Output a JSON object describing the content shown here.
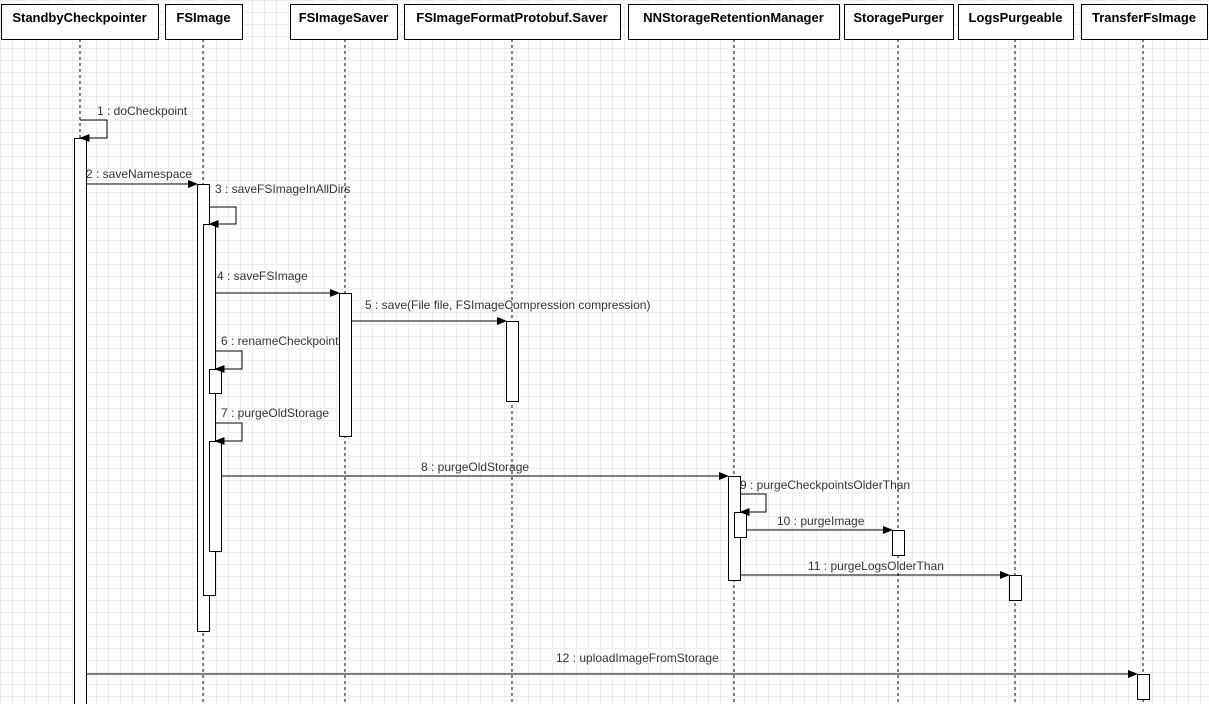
{
  "participants": [
    {
      "id": "standby",
      "name": "StandbyCheckpointer"
    },
    {
      "id": "fsimage",
      "name": "FSImage"
    },
    {
      "id": "saver",
      "name": "FSImageSaver"
    },
    {
      "id": "protobuf",
      "name": "FSImageFormatProtobuf.Saver"
    },
    {
      "id": "nnstorage",
      "name": "NNStorageRetentionManager"
    },
    {
      "id": "purger",
      "name": "StoragePurger"
    },
    {
      "id": "logs",
      "name": "LogsPurgeable"
    },
    {
      "id": "transfer",
      "name": "TransferFsImage"
    }
  ],
  "messages": [
    {
      "seq": 1,
      "label": "1 : doCheckpoint",
      "from": "standby",
      "to": "standby"
    },
    {
      "seq": 2,
      "label": "2 : saveNamespace",
      "from": "standby",
      "to": "fsimage"
    },
    {
      "seq": 3,
      "label": "3 : saveFSImageInAllDirs",
      "from": "fsimage",
      "to": "fsimage"
    },
    {
      "seq": 4,
      "label": "4 : saveFSImage",
      "from": "fsimage",
      "to": "saver"
    },
    {
      "seq": 5,
      "label": "5 : save(File file, FSImageCompression compression)",
      "from": "saver",
      "to": "protobuf"
    },
    {
      "seq": 6,
      "label": "6 : renameCheckpoint",
      "from": "fsimage",
      "to": "fsimage"
    },
    {
      "seq": 7,
      "label": "7 : purgeOldStorage",
      "from": "fsimage",
      "to": "fsimage"
    },
    {
      "seq": 8,
      "label": "8 : purgeOldStorage",
      "from": "fsimage",
      "to": "nnstorage"
    },
    {
      "seq": 9,
      "label": "9 : purgeCheckpointsOlderThan",
      "from": "nnstorage",
      "to": "nnstorage"
    },
    {
      "seq": 10,
      "label": "10 : purgeImage",
      "from": "nnstorage",
      "to": "purger"
    },
    {
      "seq": 11,
      "label": "11 : purgeLogsOlderThan",
      "from": "nnstorage",
      "to": "logs"
    },
    {
      "seq": 12,
      "label": "12 : uploadImageFromStorage",
      "from": "standby",
      "to": "transfer"
    }
  ]
}
